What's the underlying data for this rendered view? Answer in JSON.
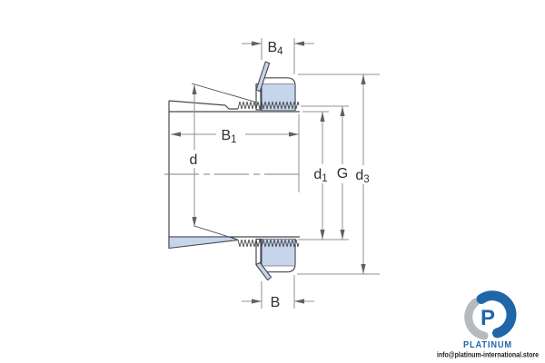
{
  "drawing": {
    "type": "technical-cross-section",
    "subject": "adapter sleeve with lock nut and lock washer",
    "dimension_labels": {
      "b4": {
        "base": "B",
        "sub": "4"
      },
      "b1": {
        "base": "B",
        "sub": "1"
      },
      "d": {
        "base": "d",
        "sub": ""
      },
      "d1": {
        "base": "d",
        "sub": "1"
      },
      "g": {
        "base": "G",
        "sub": ""
      },
      "d3": {
        "base": "d",
        "sub": "3"
      },
      "b": {
        "base": "B",
        "sub": ""
      }
    },
    "colors": {
      "part_fill": "#c6d4ec",
      "outline": "#46494d",
      "dimension_line": "#8f9193",
      "text": "#2e2f30",
      "logo_blue": "#1e66a8",
      "logo_gray": "#b7babc"
    }
  },
  "watermark": {
    "logo_letter": "P",
    "brand": "PLATINUM",
    "email": "info@platinum-international.store"
  }
}
